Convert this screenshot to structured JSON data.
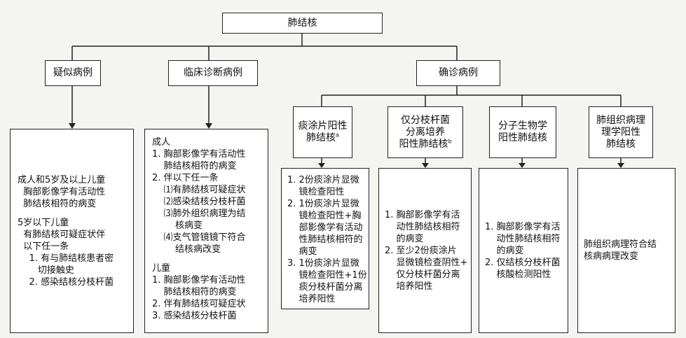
{
  "root": "肺结核",
  "categories": {
    "suspected": "疑似病例",
    "clinical": "临床诊断病例",
    "confirmed": "确诊病例"
  },
  "confirmed_types": {
    "smear": {
      "title_lines": [
        "痰涂片阳性",
        "肺结核"
      ],
      "sup": "a"
    },
    "culture": {
      "title_lines": [
        "仅分枝杆菌",
        "分离培养",
        "阳性肺结核"
      ],
      "sup": "b"
    },
    "molecular": {
      "title_lines": [
        "分子生物学",
        "阳性肺结核"
      ]
    },
    "pathology": {
      "title_lines": [
        "肺组织病理",
        "理学阳性",
        "肺结核"
      ]
    }
  },
  "criteria": {
    "suspected": {
      "lines": [
        "成人和5岁及以上儿童",
        "  胸部影像学有活动性",
        "  肺结核相符的病变",
        "",
        "5岁以下儿童",
        "  有肺结核可疑症状伴",
        "  以下任一条",
        "    1. 有与肺结核患者密",
        "       切接触史",
        "    2. 感染结核分枝杆菌"
      ]
    },
    "clinical": {
      "lines": [
        "成人",
        "1. 胸部影像学有活动性",
        "    肺结核相符的病变",
        "2. 伴以下任一条",
        "    ⑴有肺结核可疑症状",
        "    ⑵感染结核分枝杆菌",
        "    ⑶肺外组织病理为结",
        "        核病变",
        "    ⑷支气管镜镜下符合",
        "        结核病改变",
        "",
        "儿童",
        "1. 胸部影像学有活动性",
        "    肺结核相符的病变",
        "2. 伴有肺结核可疑症状",
        "3. 感染结核分枝杆菌"
      ]
    },
    "smear": {
      "lines": [
        "1. 2份痰涂片显微",
        "    镜检查阳性",
        "2. 1份痰涂片显微",
        "    镜检查阳性+胸",
        "    部影像学有活动",
        "    性肺结核相符的",
        "    病变",
        "3. 1份痰涂片显微",
        "    镜检查阳性+1份",
        "    痰分枝杆菌分离",
        "    培养阳性"
      ]
    },
    "culture": {
      "lines": [
        "1. 胸部影像学有活",
        "    动性肺结核相符",
        "    的病变",
        "2. 至少2份痰涂片",
        "    显微镜检查阴性+",
        "    仅分枝杆菌分离",
        "    培养阳性"
      ]
    },
    "molecular": {
      "lines": [
        "1. 胸部影像学有活",
        "    动性肺结核相符",
        "    的病变",
        "2. 仅结核分枝杆菌",
        "    核酸检测阳性"
      ]
    },
    "pathology": {
      "lines": [
        "肺组织病理符合结",
        "核病病理改变"
      ]
    }
  }
}
